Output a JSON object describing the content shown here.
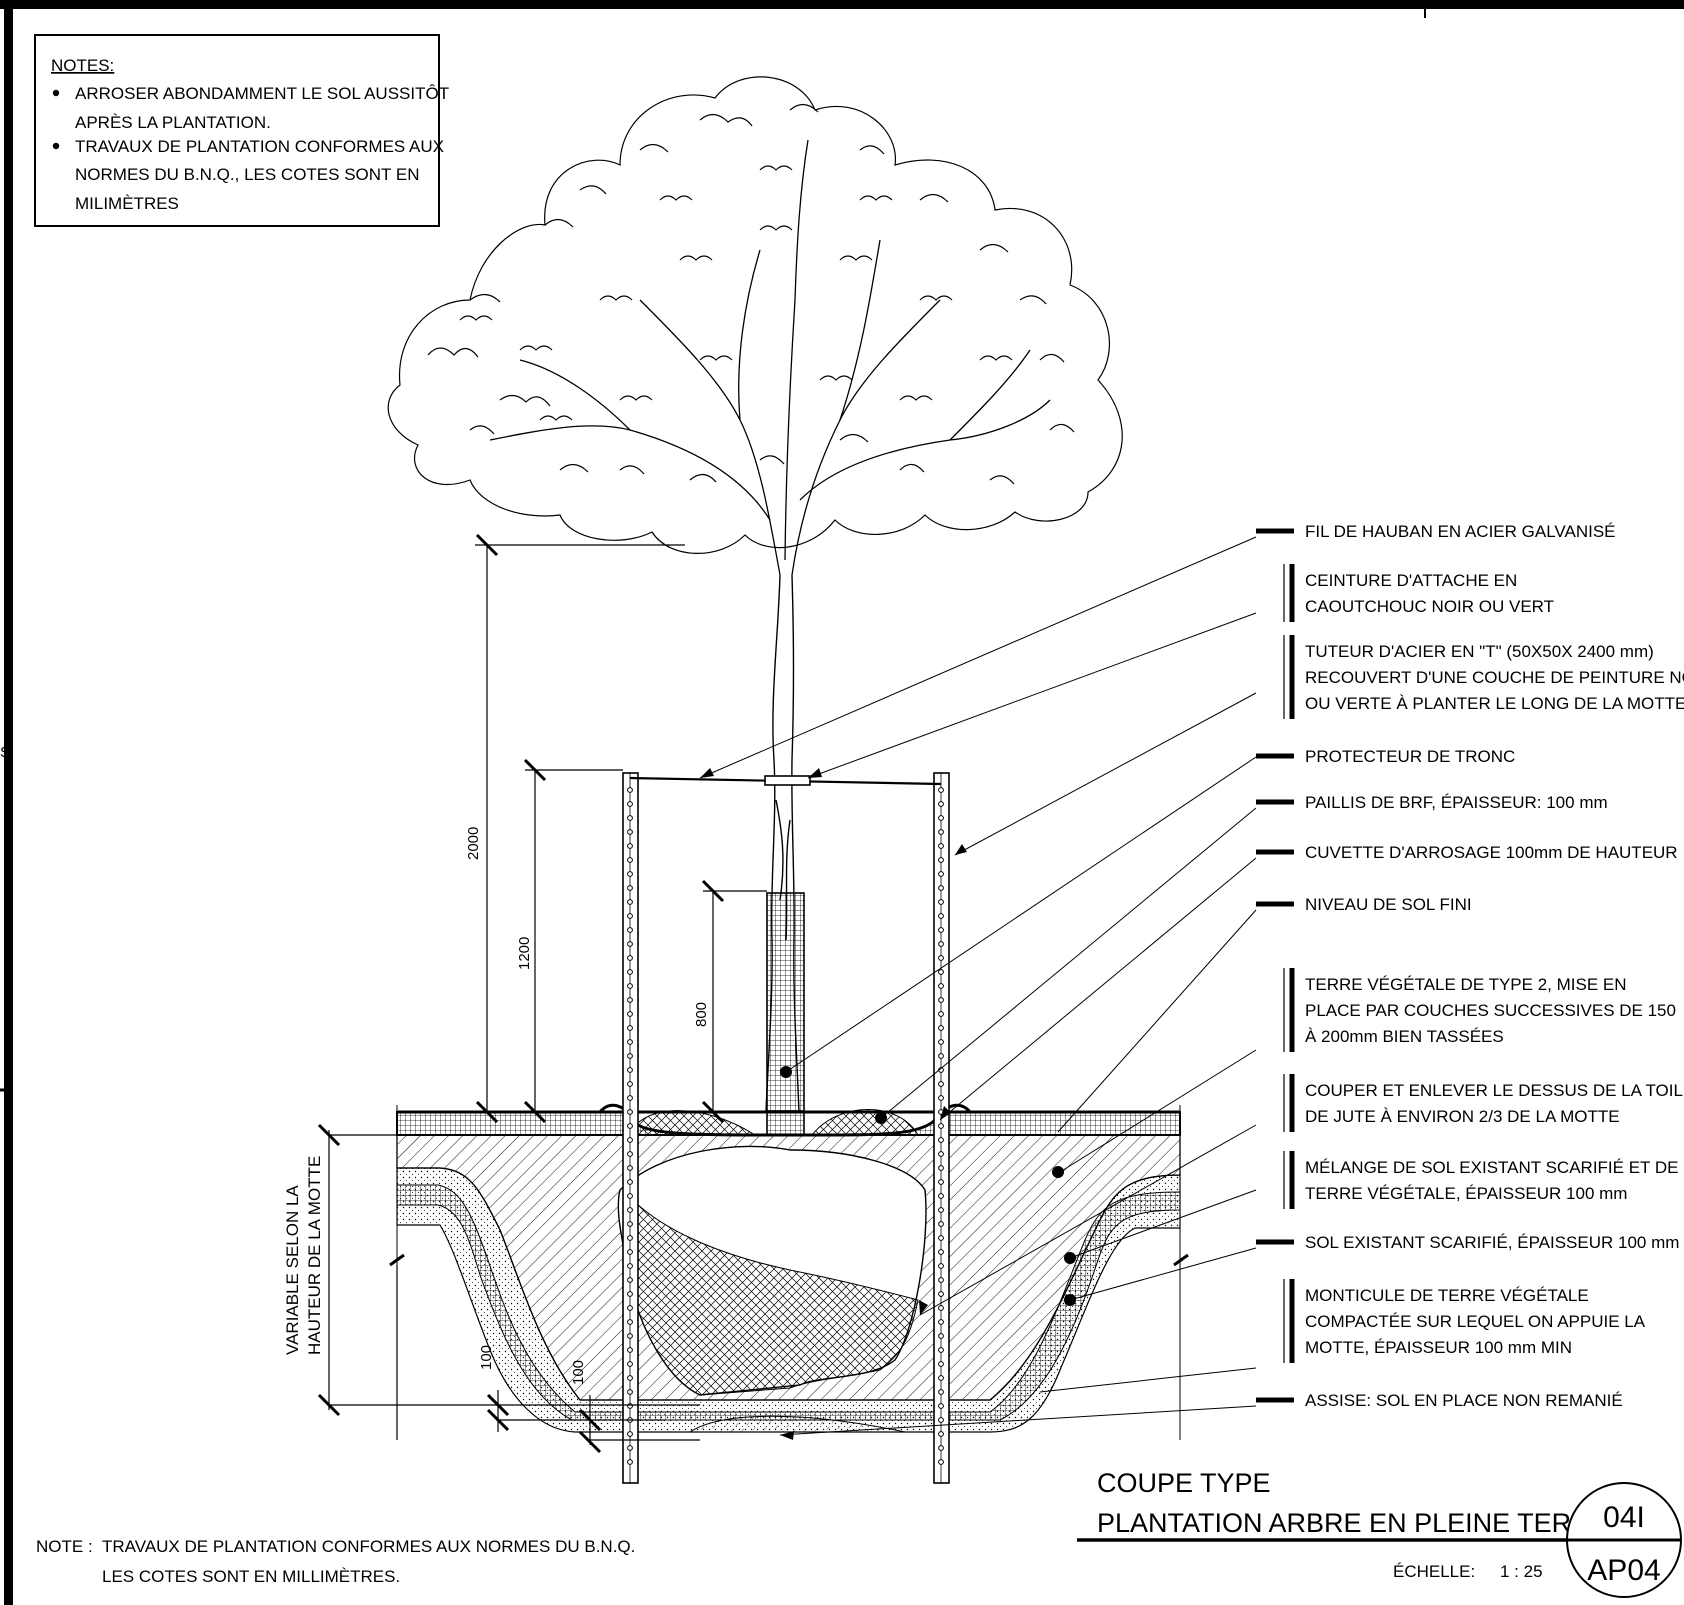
{
  "notes_box": {
    "heading": "NOTES:",
    "items": [
      [
        "ARROSER ABONDAMMENT LE SOL AUSSITÔT",
        "APRÈS LA PLANTATION."
      ],
      [
        "TRAVAUX DE PLANTATION CONFORMES AUX",
        "NORMES DU B.N.Q., LES COTES SONT EN",
        "MILIMÈTRES"
      ]
    ]
  },
  "labels": [
    {
      "id": "guy-wire",
      "lines": [
        "FIL DE HAUBAN EN ACIER GALVANISÉ"
      ],
      "marker": "dash"
    },
    {
      "id": "tie-belt",
      "lines": [
        "CEINTURE D'ATTACHE EN",
        "CAOUTCHOUC NOIR OU VERT"
      ],
      "marker": "bar"
    },
    {
      "id": "t-stake",
      "lines": [
        "TUTEUR D'ACIER EN \"T\" (50X50X 2400 mm)",
        "RECOUVERT D'UNE COUCHE  DE PEINTURE NOIR",
        "OU VERTE  À PLANTER LE LONG DE LA MOTTE"
      ],
      "marker": "bar"
    },
    {
      "id": "trunk-guard",
      "lines": [
        "PROTECTEUR DE TRONC"
      ],
      "marker": "dash"
    },
    {
      "id": "mulch",
      "lines": [
        "PAILLIS DE BRF, ÉPAISSEUR: 100 mm"
      ],
      "marker": "dash"
    },
    {
      "id": "watering-basin",
      "lines": [
        "CUVETTE D'ARROSAGE 100mm DE HAUTEUR"
      ],
      "marker": "dash"
    },
    {
      "id": "finished-grade",
      "lines": [
        "NIVEAU DE SOL FINI"
      ],
      "marker": "dash"
    },
    {
      "id": "topsoil",
      "lines": [
        "TERRE VÉGÉTALE DE TYPE 2, MISE EN",
        "PLACE PAR COUCHES SUCCESSIVES DE 150",
        "À 200mm BIEN TASSÉES"
      ],
      "marker": "bar"
    },
    {
      "id": "burlap",
      "lines": [
        "COUPER ET ENLEVER LE DESSUS DE LA TOILE",
        "DE JUTE À ENVIRON 2/3 DE LA MOTTE"
      ],
      "marker": "bar"
    },
    {
      "id": "soil-mix",
      "lines": [
        "MÉLANGE DE SOL EXISTANT SCARIFIÉ ET DE",
        "TERRE VÉGÉTALE, ÉPAISSEUR 100 mm"
      ],
      "marker": "bar"
    },
    {
      "id": "scarified-soil",
      "lines": [
        "SOL EXISTANT SCARIFIÉ, ÉPAISSEUR 100 mm"
      ],
      "marker": "dash"
    },
    {
      "id": "mound",
      "lines": [
        "MONTICULE DE TERRE VÉGÉTALE",
        "COMPACTÉE SUR LEQUEL ON APPUIE LA",
        "MOTTE, ÉPAISSEUR 100 mm MIN"
      ],
      "marker": "bar"
    },
    {
      "id": "subgrade",
      "lines": [
        "ASSISE: SOL EN PLACE NON REMANIÉ"
      ],
      "marker": "dash"
    }
  ],
  "dimensions": {
    "d2000": "2000",
    "d1200": "1200",
    "d800": "800",
    "d100a": "100",
    "d100b": "100",
    "variable": [
      "VARIABLE SELON LA",
      "HAUTEUR DE LA MOTTE"
    ]
  },
  "title_block": {
    "line1": "COUPE TYPE",
    "line2": "PLANTATION ARBRE EN PLEINE TERRE",
    "scale_label": "ÉCHELLE:",
    "scale_value": "1 : 25",
    "detail_number": "04I",
    "sheet_number": "AP04"
  },
  "bottom_note": {
    "prefix": "NOTE :",
    "lines": [
      "TRAVAUX DE PLANTATION CONFORMES AUX NORMES DU B.N.Q.",
      "LES COTES SONT EN MILLIMÈTRES."
    ]
  },
  "edge_fragment": "S."
}
